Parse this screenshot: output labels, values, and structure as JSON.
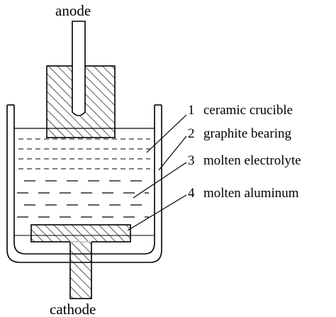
{
  "diagram": {
    "top_label": "anode",
    "bottom_label": "cathode",
    "legend": [
      {
        "number": "1",
        "text": "ceramic crucible"
      },
      {
        "number": "2",
        "text": "graphite bearing"
      },
      {
        "number": "3",
        "text": "molten electrolyte"
      },
      {
        "number": "4",
        "text": "molten aluminum"
      }
    ]
  },
  "colors": {
    "stroke": "#000000",
    "background": "#ffffff"
  }
}
